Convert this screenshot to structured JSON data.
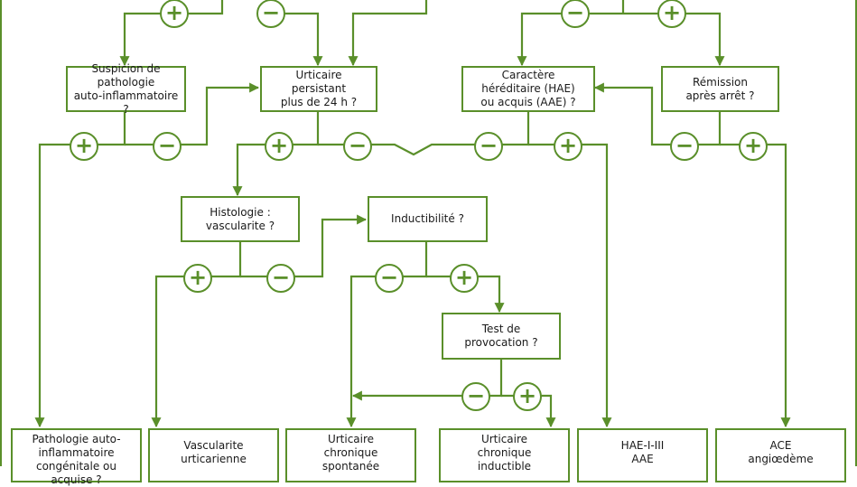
{
  "colors": {
    "accent": "#5a8f2a",
    "text": "#1a1a1a",
    "background": "#ffffff"
  },
  "badges": {
    "plus": "+",
    "minus": "−"
  },
  "nodes": {
    "autoinflammatory_q": [
      "Suspicion de",
      "pathologie",
      "auto-inflammatoire ?"
    ],
    "persistent_q": [
      "Urticaire",
      "persistant",
      "plus de 24 h ?"
    ],
    "hereditary_q": [
      "Caractère",
      "héréditaire (HAE)",
      "ou acquis (AAE) ?"
    ],
    "remission_q": [
      "Rémission",
      "après arrêt ?"
    ],
    "histology_q": [
      "Histologie :",
      "vascularite ?"
    ],
    "inducibility_q": [
      "Inductibilité ?"
    ],
    "provocation_q": [
      "Test de provocation ?"
    ],
    "out_autoinflammatory": [
      "Pathologie auto-",
      "inflammatoire",
      "congénitale ou acquise ?"
    ],
    "out_vasculitis": [
      "Vascularite",
      "urticarienne"
    ],
    "out_spontaneous": [
      "Urticaire",
      "chronique",
      "spontanée"
    ],
    "out_inducible": [
      "Urticaire",
      "chronique",
      "inductible"
    ],
    "out_hae": [
      "HAE-I-III",
      "AAE"
    ],
    "out_ace": [
      "ACE",
      "angiœdème"
    ]
  }
}
